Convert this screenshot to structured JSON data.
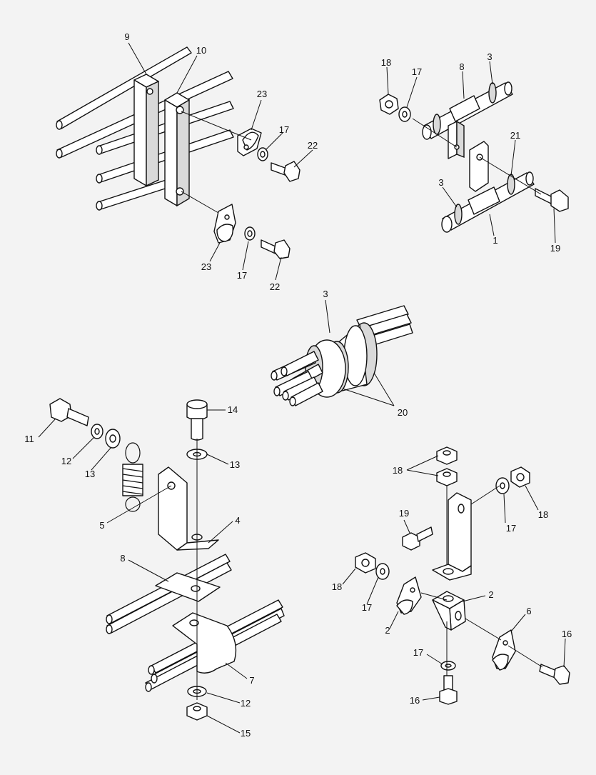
{
  "callouts": {
    "c9": "9",
    "c10": "10",
    "c23a": "23",
    "c17a": "17",
    "c22a": "22",
    "c23b": "23",
    "c17b": "17",
    "c22b": "22",
    "c18a": "18",
    "c17c": "17",
    "c8a": "8",
    "c3a": "3",
    "c21": "21",
    "c3b": "3",
    "c1": "1",
    "c19a": "19",
    "c3c": "3",
    "c20": "20",
    "c11": "11",
    "c12a": "12",
    "c13a": "13",
    "c14": "14",
    "c13b": "13",
    "c5": "5",
    "c4": "4",
    "c8b": "8",
    "c7": "7",
    "c12b": "12",
    "c15": "15",
    "c18b": "18",
    "c18c": "18",
    "c17d": "17",
    "c19b": "19",
    "c18d": "18",
    "c17e": "17",
    "c2a": "2",
    "c2b": "2",
    "c6": "6",
    "c17f": "17",
    "c16a": "16",
    "c16b": "16"
  }
}
